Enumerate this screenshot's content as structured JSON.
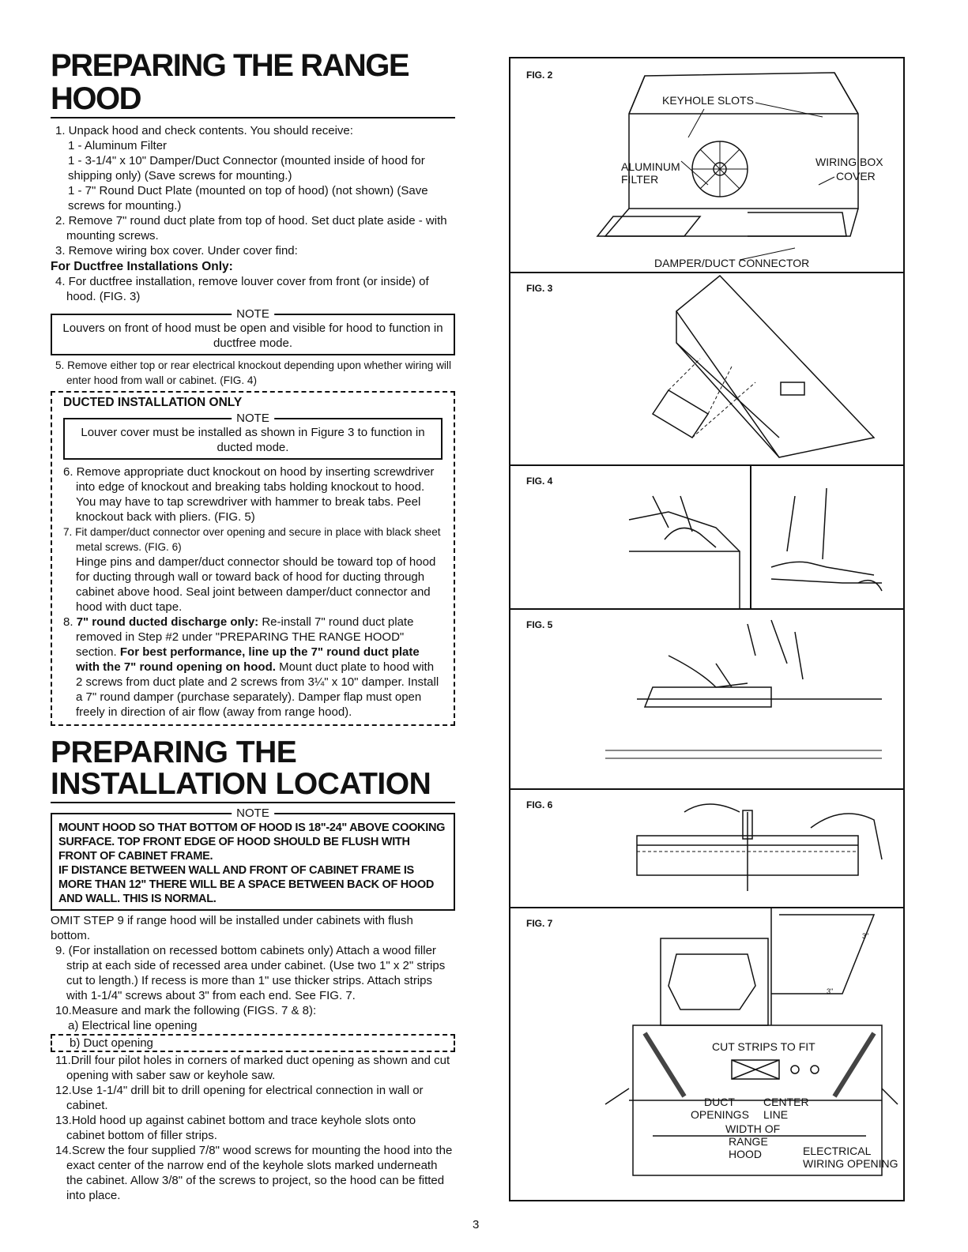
{
  "section1": {
    "title": "PREPARING THE RANGE HOOD",
    "step1": "1. Unpack hood and check contents. You should receive:",
    "step1_items": [
      "1 - Aluminum Filter",
      "1 - 3-1/4\" x 10\" Damper/Duct Connector (mounted inside of hood for shipping only) (Save screws for mounting.)",
      "1 - 7\" Round Duct Plate (mounted on top of hood) (not shown) (Save screws for mounting.)"
    ],
    "step2": "2. Remove 7\" round duct plate from top of hood. Set duct plate aside - with mounting screws.",
    "step3": "3. Remove wiring box cover. Under cover find:",
    "ductfree_heading": "For Ductfree Installations Only:",
    "step4": "4. For ductfree installation, remove louver cover from front (or inside) of hood. (FIG. 3)",
    "note1_label": "NOTE",
    "note1_text": "Louvers on front of hood must be open and visible for hood to function in ductfree mode.",
    "step5": "5. Remove either top or rear electrical knockout depending upon whether wiring will enter hood from wall or cabinet. (FIG. 4)",
    "ducted_heading": "DUCTED INSTALLATION ONLY",
    "note2_label": "NOTE",
    "note2_text": "Louver cover must be installed as shown in Figure 3 to function in ducted mode.",
    "step6": "6. Remove appropriate duct knockout on hood by inserting screwdriver into edge of knockout and breaking tabs holding knockout to hood. You may have to tap screwdriver with hammer to break tabs. Peel knockout back with pliers. (FIG. 5)",
    "step7": "7. Fit damper/duct connector over opening and secure in place with black sheet metal screws. (FIG. 6)",
    "step7_cont": "Hinge pins and damper/duct connector should be toward top of hood for ducting through wall or toward back of hood for ducting through cabinet above hood. Seal joint between damper/duct connector and hood with duct tape.",
    "step8_num": "8.",
    "step8_bold1": "7\" round ducted discharge only:",
    "step8_text1": " Re-install 7\" round duct plate removed in Step #2 under \"PREPARING THE RANGE HOOD\" section. ",
    "step8_bold2": "For best performance, line up the 7\" round duct plate with the 7\" round opening on hood.",
    "step8_text2": " Mount duct plate to hood with 2 screws from duct plate and 2 screws from 3¼\" x 10\" damper. Install a 7\" round damper (purchase separately). Damper flap must open freely in direction of air flow (away from range hood)."
  },
  "section2": {
    "title_line1": "PREPARING THE",
    "title_line2": "INSTALLATION LOCATION",
    "note_label": "NOTE",
    "note_p1": "MOUNT HOOD SO THAT BOTTOM OF HOOD IS 18\"-24\" ABOVE COOKING SURFACE. TOP FRONT EDGE OF HOOD SHOULD BE FLUSH WITH FRONT OF CABINET FRAME.",
    "note_p2": "IF DISTANCE BETWEEN WALL AND FRONT OF CABINET FRAME IS MORE THAN 12\" THERE WILL BE A SPACE BETWEEN BACK OF HOOD AND WALL. THIS IS NORMAL.",
    "omit": "OMIT STEP 9 if range hood will be installed under cabinets with flush bottom.",
    "step9": "9. (For installation on recessed bottom cabinets only) Attach a wood filler strip at each side of recessed area under cabinet. (Use two 1\" x 2\" strips cut to length.) If recess is more than 1\" use thicker strips. Attach strips with 1-1/4\" screws about 3\" from each end. See FIG. 7.",
    "step10": "10.Measure and mark the following (FIGS. 7 & 8):",
    "step10a": "a) Electrical line opening",
    "step10b": "b) Duct opening",
    "step11": "11.Drill four pilot holes in corners of marked duct opening as shown and cut opening with saber saw or keyhole saw.",
    "step12": "12.Use 1-1/4\" drill bit to drill opening for electrical connection in wall or cabinet.",
    "step13": "13.Hold hood up against cabinet bottom and trace keyhole slots onto cabinet bottom of filler strips.",
    "step14": "14.Screw the four supplied 7/8\" wood screws for mounting the hood into the exact center of the narrow end of the keyhole slots marked underneath the cabinet. Allow 3/8\" of the screws to project, so the hood can be fitted into place."
  },
  "page_number": "3",
  "figures": {
    "fig2": {
      "label": "FIG. 2",
      "keyhole": "KEYHOLE SLOTS",
      "aluminum": "ALUMINUM",
      "filter": "FILTER",
      "wiring": "WIRING BOX",
      "cover": "COVER",
      "damper": "DAMPER/DUCT CONNECTOR"
    },
    "fig3": {
      "label": "FIG. 3"
    },
    "fig4": {
      "label": "FIG. 4"
    },
    "fig5": {
      "label": "FIG. 5"
    },
    "fig6": {
      "label": "FIG. 6"
    },
    "fig7": {
      "label": "FIG. 7",
      "cut_strips": "CUT STRIPS TO FIT",
      "duct": "DUCT",
      "openings": "OPENINGS",
      "center": "CENTER",
      "line": "LINE",
      "width_of": "WIDTH OF",
      "range": "RANGE",
      "hood": "HOOD",
      "electrical": "ELECTRICAL",
      "wiring_opening": "WIRING OPENING",
      "dim3a": "3\"",
      "dim3b": "3\""
    }
  }
}
